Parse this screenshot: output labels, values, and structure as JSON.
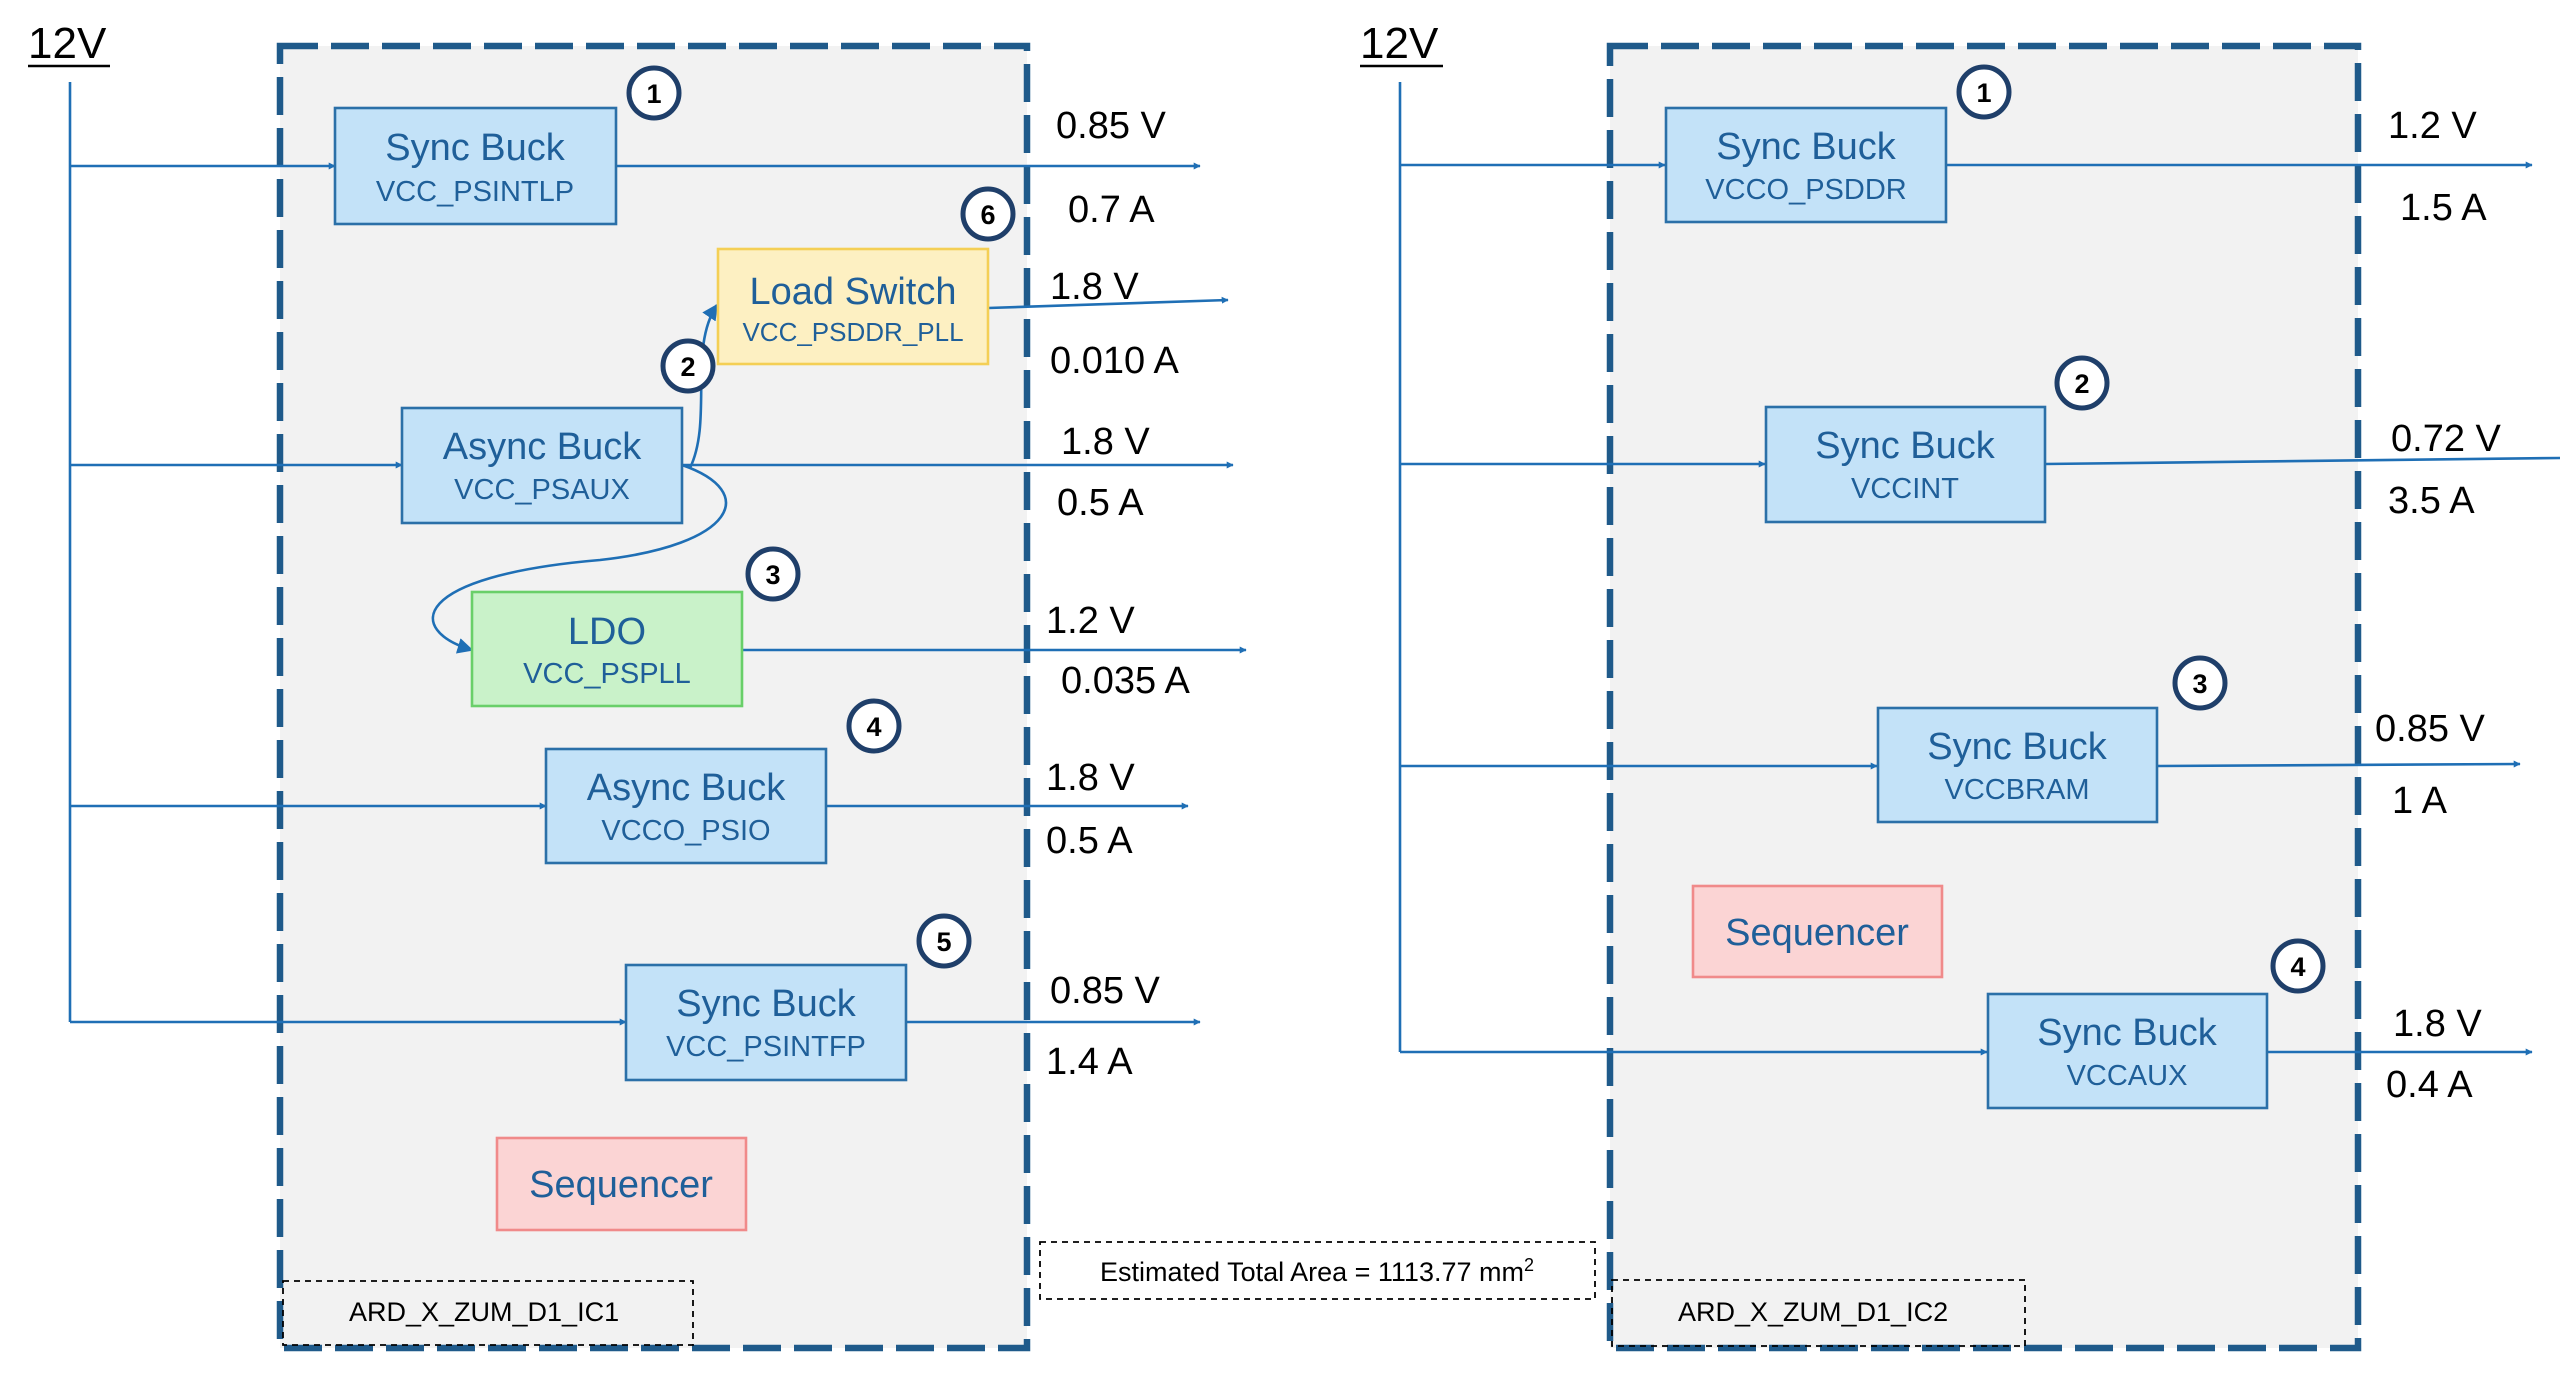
{
  "input_voltage": "12V",
  "ic1": {
    "label": "ARD_X_ZUM_D1_IC1",
    "sequencer": "Sequencer",
    "blocks": [
      {
        "id": "vcc-psintlp",
        "title": "Sync Buck",
        "name": "VCC_PSINTLP",
        "number": "1",
        "voltage": "0.85 V",
        "current": "0.7 A",
        "fill": "#c3e2f8",
        "stroke": "#2b70a8"
      },
      {
        "id": "vcc-psddr-pll",
        "title": "Load Switch",
        "name": "VCC_PSDDR_PLL",
        "number": "6",
        "voltage": "1.8 V",
        "current": "0.010 A",
        "fill": "#fdf0c2",
        "stroke": "#f4cf55"
      },
      {
        "id": "vcc-psaux",
        "title": "Async Buck",
        "name": "VCC_PSAUX",
        "number": "2",
        "voltage": "1.8 V",
        "current": "0.5 A",
        "fill": "#c3e2f8",
        "stroke": "#2b70a8"
      },
      {
        "id": "vcc-pspll",
        "title": "LDO",
        "name": "VCC_PSPLL",
        "number": "3",
        "voltage": "1.2 V",
        "current": "0.035 A",
        "fill": "#c9f2c9",
        "stroke": "#69cf69"
      },
      {
        "id": "vcco-psio",
        "title": "Async Buck",
        "name": "VCCO_PSIO",
        "number": "4",
        "voltage": "1.8 V",
        "current": "0.5 A",
        "fill": "#c3e2f8",
        "stroke": "#2b70a8"
      },
      {
        "id": "vcc-psintfp",
        "title": "Sync Buck",
        "name": "VCC_PSINTFP",
        "number": "5",
        "voltage": "0.85 V",
        "current": "1.4 A",
        "fill": "#c3e2f8",
        "stroke": "#2b70a8"
      }
    ]
  },
  "ic2": {
    "label": "ARD_X_ZUM_D1_IC2",
    "sequencer": "Sequencer",
    "blocks": [
      {
        "id": "vcco-psddr",
        "title": "Sync Buck",
        "name": "VCCO_PSDDR",
        "number": "1",
        "voltage": "1.2 V",
        "current": "1.5 A",
        "fill": "#c3e2f8",
        "stroke": "#2b70a8"
      },
      {
        "id": "vccint",
        "title": "Sync Buck",
        "name": "VCCINT",
        "number": "2",
        "voltage": "0.72 V",
        "current": "3.5 A",
        "fill": "#c3e2f8",
        "stroke": "#2b70a8"
      },
      {
        "id": "vccbram",
        "title": "Sync Buck",
        "name": "VCCBRAM",
        "number": "3",
        "voltage": "0.85 V",
        "current": "1 A",
        "fill": "#c3e2f8",
        "stroke": "#2b70a8"
      },
      {
        "id": "vccaux",
        "title": "Sync Buck",
        "name": "VCCAUX",
        "number": "4",
        "voltage": "1.8 V",
        "current": "0.4 A",
        "fill": "#c3e2f8",
        "stroke": "#2b70a8"
      }
    ]
  },
  "total_area": {
    "prefix": "Estimated Total Area = 1113.77 mm",
    "superscript": "2"
  },
  "colors": {
    "wire": "#1f6fb5",
    "ic_border": "#1f5a8a",
    "ic_fill": "#f2f2f2",
    "block_text": "#1f5f99",
    "sequencer_fill": "#fbd4d4",
    "sequencer_stroke": "#f08a8a"
  }
}
